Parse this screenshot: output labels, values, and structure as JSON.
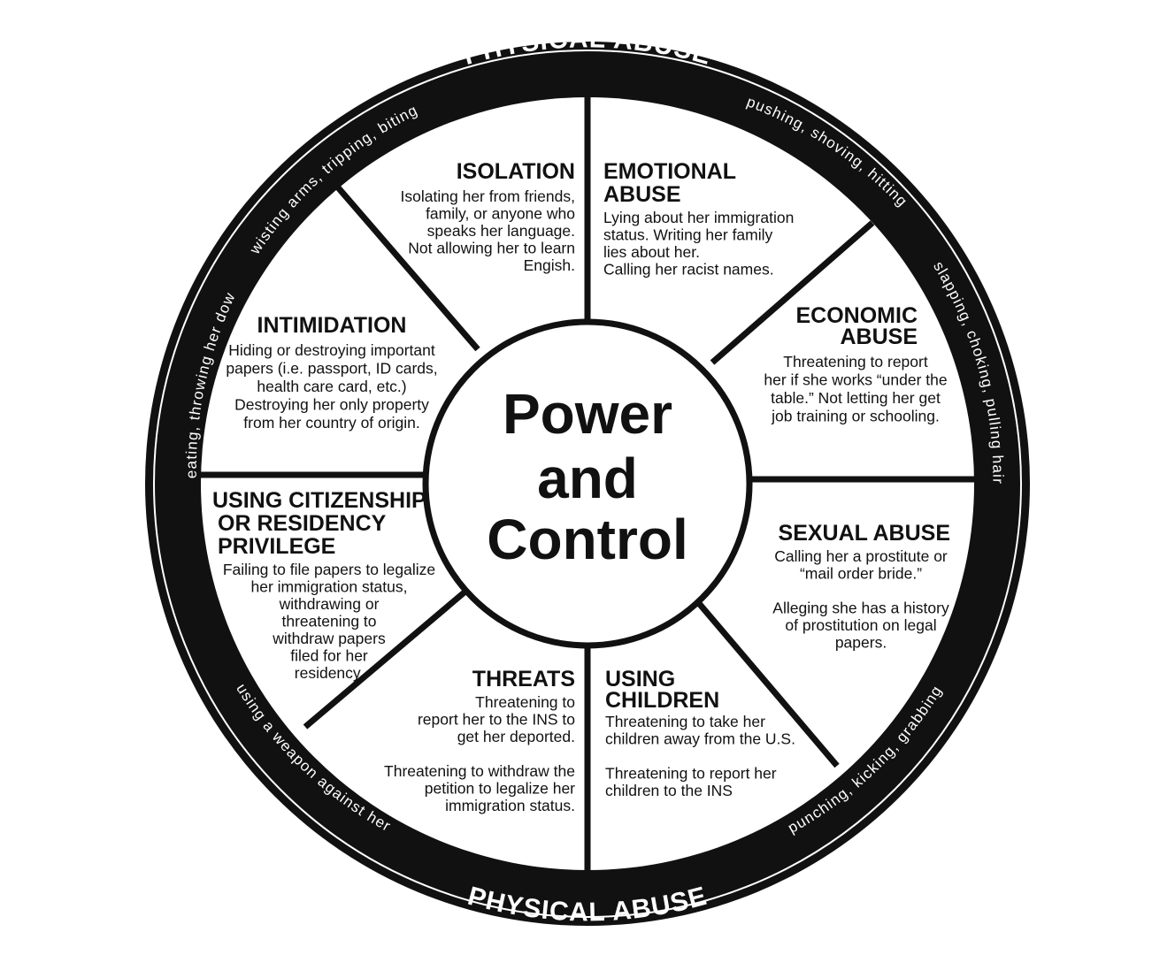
{
  "center": {
    "lines": [
      "Power",
      "and",
      "Control"
    ]
  },
  "rim": {
    "top_label": "PHYSICAL ABUSE",
    "bottom_label": "PHYSICAL ABUSE",
    "phrases": {
      "upper_right": "pushing, shoving, hitting",
      "right": "slapping, choking, pulling hair",
      "lower_right": "punching, kicking, grabbing",
      "lower_left": "using a weapon against her",
      "left": "beating, throwing her down",
      "upper_left": "twisting arms, tripping, biting"
    }
  },
  "segments": {
    "isolation": {
      "title": [
        "ISOLATION"
      ],
      "body": [
        "Isolating her from friends,",
        "family, or anyone who",
        "speaks her language.",
        "Not allowing her to learn",
        "Engish."
      ]
    },
    "emotional": {
      "title": [
        "EMOTIONAL",
        "ABUSE"
      ],
      "body": [
        "Lying about her immigration",
        "status. Writing her family",
        "lies about her.",
        "Calling her racist names."
      ]
    },
    "economic": {
      "title": [
        "ECONOMIC",
        "ABUSE"
      ],
      "body": [
        "Threatening to report",
        "her if she works “under the",
        "table.” Not letting her get",
        "job training or schooling."
      ]
    },
    "sexual": {
      "title": [
        "SEXUAL ABUSE"
      ],
      "body": [
        "Calling her a prostitute or",
        "“mail order bride.”",
        "",
        "Alleging she has a history",
        "of prostitution on legal",
        "papers."
      ]
    },
    "children": {
      "title": [
        "USING",
        "CHILDREN"
      ],
      "body": [
        "Threatening to take her",
        "children away from the U.S.",
        "",
        "Threatening to report her",
        "children to the INS"
      ]
    },
    "threats": {
      "title": [
        "THREATS"
      ],
      "body": [
        "Threatening to",
        "report her to the INS to",
        "get her deported.",
        "",
        "Threatening to withdraw the",
        "petition to legalize her",
        "immigration status."
      ]
    },
    "citizenship": {
      "title": [
        "USING CITIZENSHIP",
        "OR RESIDENCY",
        "PRIVILEGE"
      ],
      "body": [
        "Failing to file papers to legalize",
        "her immigration status,",
        "withdrawing or",
        "threatening to",
        "withdraw papers",
        "filed for her",
        "residency."
      ]
    },
    "intimidation": {
      "title": [
        "INTIMIDATION"
      ],
      "body": [
        "Hiding or destroying important",
        "papers (i.e. passport, ID cards,",
        "health care card, etc.)",
        "Destroying her only property",
        "from her country of origin."
      ]
    }
  }
}
